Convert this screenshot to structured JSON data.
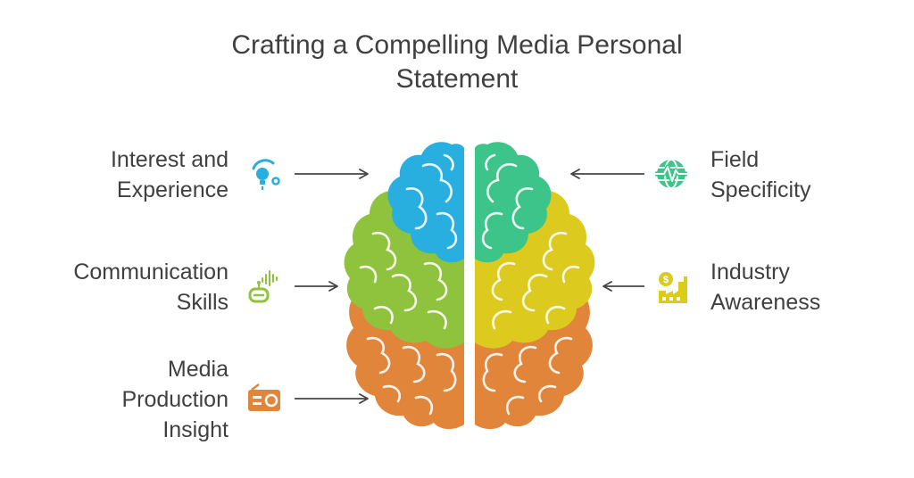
{
  "title": {
    "line1": "Crafting a Compelling Media Personal",
    "line2": "Statement"
  },
  "items": [
    {
      "line1": "Interest and",
      "line2": "Experience",
      "icon": "idea-bulb-icon",
      "color": "#29aee0",
      "side": "left"
    },
    {
      "line1": "Communication",
      "line2": "Skills",
      "icon": "robot-voice-icon",
      "color": "#8fc23d",
      "side": "left"
    },
    {
      "line1": "Media",
      "line2": "Production",
      "line3": "Insight",
      "icon": "radio-icon",
      "color": "#e0853a",
      "side": "left"
    },
    {
      "line1": "Field",
      "line2": "Specificity",
      "icon": "globe-waveform-icon",
      "color": "#3cc48a",
      "side": "right"
    },
    {
      "line1": "Industry",
      "line2": "Awareness",
      "icon": "factory-coin-icon",
      "color": "#dcca1e",
      "side": "right"
    }
  ],
  "brain_colors": {
    "blue": "#29aee0",
    "teal": "#3cc48a",
    "green": "#8fc23d",
    "yellow": "#dcca1e",
    "orange": "#e0853a"
  }
}
